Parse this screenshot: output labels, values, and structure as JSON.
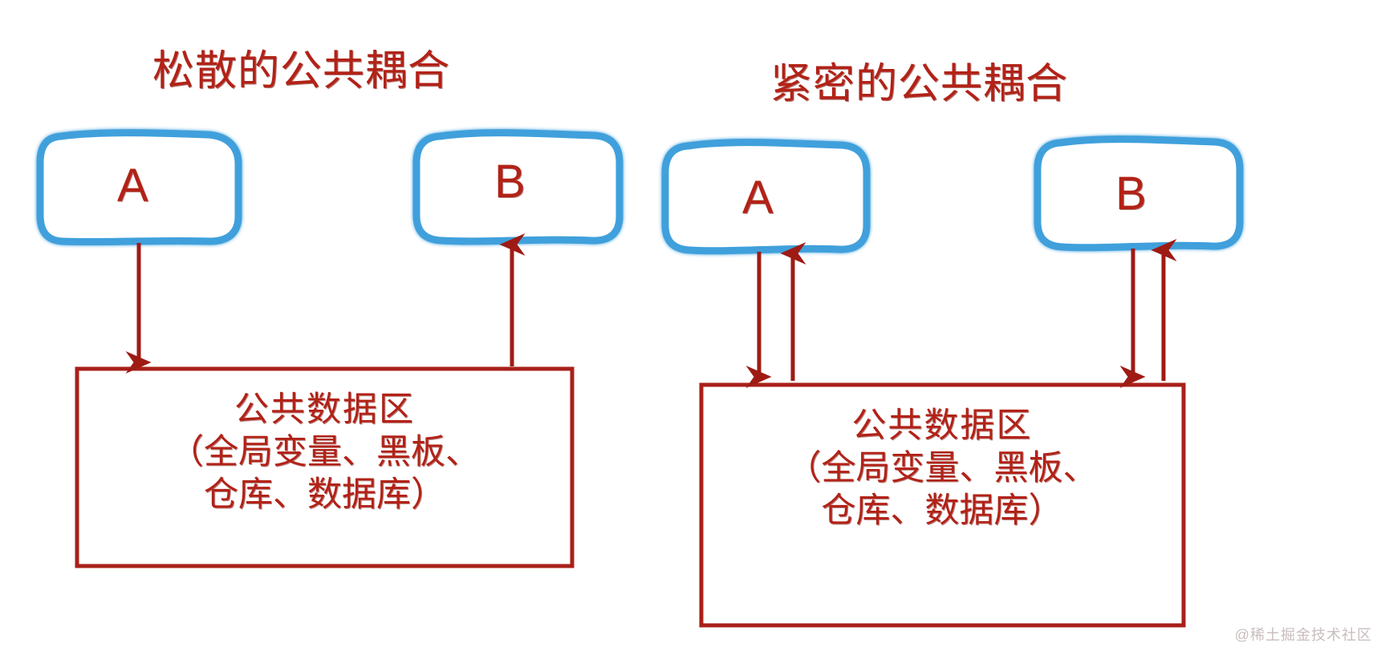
{
  "diagram": {
    "kind": "common-coupling-diagram",
    "background_color": "#ffffff",
    "colors": {
      "text_red": "#B22217",
      "box_border_red": "#A8201A",
      "arrow_red": "#9E1B14",
      "module_border_blue": "#3FA0DC",
      "watermark_gray": "#c9bdbd"
    },
    "panels": [
      {
        "id": "loose",
        "title": "松散的公共耦合",
        "modules": [
          {
            "id": "A",
            "label": "A"
          },
          {
            "id": "B",
            "label": "B"
          }
        ],
        "store": {
          "lines": [
            "公共数据区",
            "（全局变量、黑板、",
            "仓库、数据库）"
          ]
        },
        "arrows": [
          {
            "from": "A",
            "to": "store",
            "direction": "down"
          },
          {
            "from": "store",
            "to": "B",
            "direction": "up"
          }
        ]
      },
      {
        "id": "tight",
        "title": "紧密的公共耦合",
        "modules": [
          {
            "id": "A",
            "label": "A"
          },
          {
            "id": "B",
            "label": "B"
          }
        ],
        "store": {
          "lines": [
            "公共数据区",
            "（全局变量、黑板、",
            "仓库、数据库）"
          ]
        },
        "arrows": [
          {
            "from": "A",
            "to": "store",
            "direction": "down"
          },
          {
            "from": "store",
            "to": "A",
            "direction": "up"
          },
          {
            "from": "B",
            "to": "store",
            "direction": "down"
          },
          {
            "from": "store",
            "to": "B",
            "direction": "up"
          }
        ]
      }
    ],
    "watermark": "@稀土掘金技术社区"
  }
}
